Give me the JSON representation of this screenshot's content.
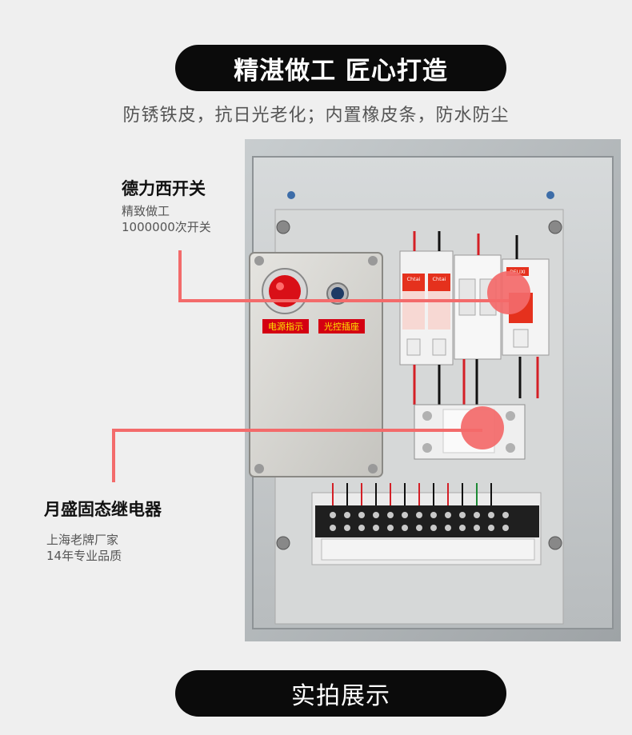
{
  "header": {
    "title": "精湛做工 匠心打造",
    "subtitle": "防锈铁皮，抗日光老化；内置橡皮条，防水防尘"
  },
  "callouts": [
    {
      "title": "德力西开关",
      "lines": [
        "精致做工",
        "1000000次开关"
      ]
    },
    {
      "title": "月盛固态继电器",
      "lines": [
        "上海老牌厂家",
        "14年专业品质"
      ]
    }
  ],
  "photo": {
    "labels": {
      "power_indicator": "电源指示",
      "light_socket": "光控插座",
      "brand1": "Chtai",
      "brand2": "Chtai",
      "brand3": "DELIXI"
    }
  },
  "footer": {
    "title": "实拍展示"
  },
  "colors": {
    "accent": "#f36b6b",
    "pill_bg": "#0b0b0b"
  }
}
